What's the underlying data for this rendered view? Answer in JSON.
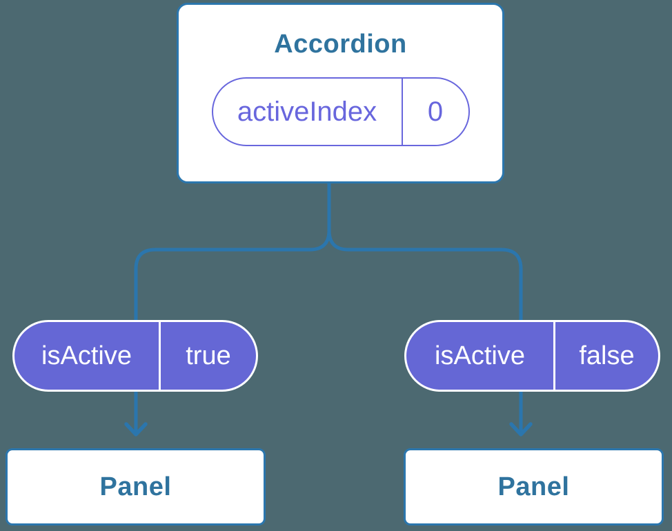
{
  "colors": {
    "bg": "#4c6971",
    "line": "#2b76ad",
    "heading": "#2f739e",
    "purple": "#6567d5",
    "purple-line": "#6866dd",
    "card-bg": "#ffffff",
    "pill-border": "#ffffff",
    "pill-text": "#ffffff"
  },
  "root": {
    "title": "Accordion",
    "state_name": "activeIndex",
    "state_value": "0"
  },
  "left_child": {
    "prop_name": "isActive",
    "prop_value": "true",
    "panel_label": "Panel"
  },
  "right_child": {
    "prop_name": "isActive",
    "prop_value": "false",
    "panel_label": "Panel"
  }
}
